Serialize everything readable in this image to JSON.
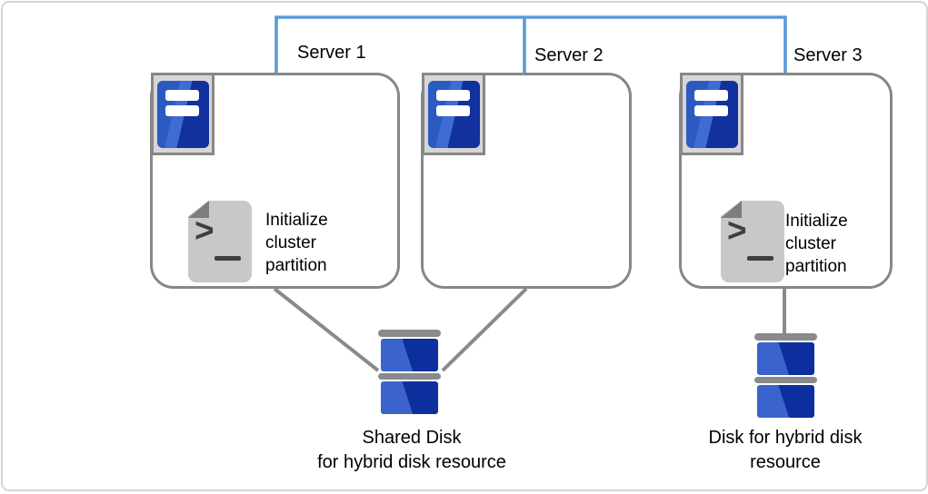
{
  "servers": [
    {
      "label": "Server 1",
      "script_label": "Initialize cluster partition"
    },
    {
      "label": "Server 2"
    },
    {
      "label": "Server 3",
      "script_label": "Initialize cluster partition"
    }
  ],
  "disks": [
    {
      "lines": [
        "Shared Disk",
        "for hybrid disk resource"
      ]
    },
    {
      "lines": [
        "Disk for hybrid disk",
        "resource"
      ]
    }
  ],
  "icons": {
    "server": "server-tower-icon",
    "script": "script-file-icon",
    "disk": "disk-stack-icon",
    "script_prompt_glyph": ">"
  },
  "colors": {
    "connector_blue": "#5B9BD5",
    "connector_gray": "#8A8A8A",
    "box_border": "#878787",
    "icon_frame_gray": "#D6D6D6",
    "tower_blue_light": "#2B5AC3",
    "tower_blue_dark": "#12309E",
    "disk_blue_light": "#3A64CB",
    "disk_blue_dark": "#0D2F9E",
    "doc_gray": "#C8C8C8",
    "doc_fold_gray": "#7B7E81",
    "glyph_dark": "#3B4045"
  }
}
